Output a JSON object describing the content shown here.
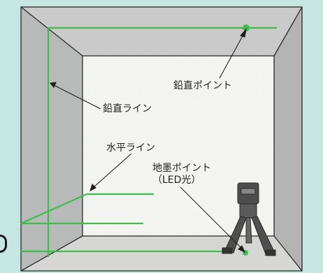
{
  "labels": {
    "vertical_point": "鉛直ポイント",
    "vertical_line": "鉛直ライン",
    "horizontal_line": "水平ライン",
    "floor_point_line1": "地墨ポイント",
    "floor_point_line2": "（LED光）"
  },
  "colors": {
    "background": "#c6e6e2",
    "laser": "#3dbe4a",
    "wall_side": "#bfbfbf",
    "wall_back": "#f2f2f2"
  }
}
